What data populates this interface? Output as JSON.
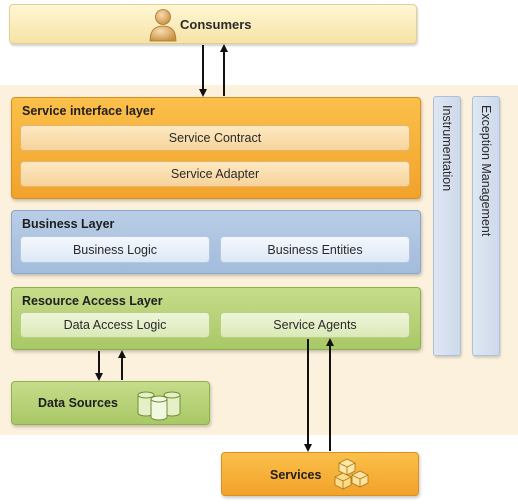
{
  "consumers": {
    "label": "Consumers",
    "icon": "person-icon"
  },
  "service_interface_layer": {
    "title": "Service interface layer",
    "components": [
      "Service Contract",
      "Service Adapter"
    ]
  },
  "business_layer": {
    "title": "Business Layer",
    "components": [
      "Business Logic",
      "Business Entities"
    ]
  },
  "resource_access_layer": {
    "title": "Resource Access Layer",
    "components": [
      "Data Access Logic",
      "Service Agents"
    ]
  },
  "crosscutting": [
    "Instrumentation",
    "Exception Management"
  ],
  "data_sources": {
    "label": "Data Sources",
    "icon": "database-icon"
  },
  "services": {
    "label": "Services",
    "icon": "cubes-icon"
  },
  "colors": {
    "orange": "#f2a22b",
    "blue": "#a2bcdc",
    "green": "#a9c866",
    "yellow": "#f6e3a6",
    "backdrop": "#fbf1dc"
  }
}
